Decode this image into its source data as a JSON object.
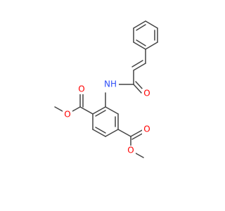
{
  "colors": {
    "carbon": "#444444",
    "oxygen": "#ff0000",
    "nitrogen": "#3050f8",
    "background": "#ffffff"
  },
  "atoms": {
    "nh": "NH",
    "o_amide": "O",
    "o_ester1_carbonyl": "O",
    "o_ester1_alkoxy": "O",
    "o_ester2_carbonyl": "O",
    "o_ester2_alkoxy": "O"
  }
}
